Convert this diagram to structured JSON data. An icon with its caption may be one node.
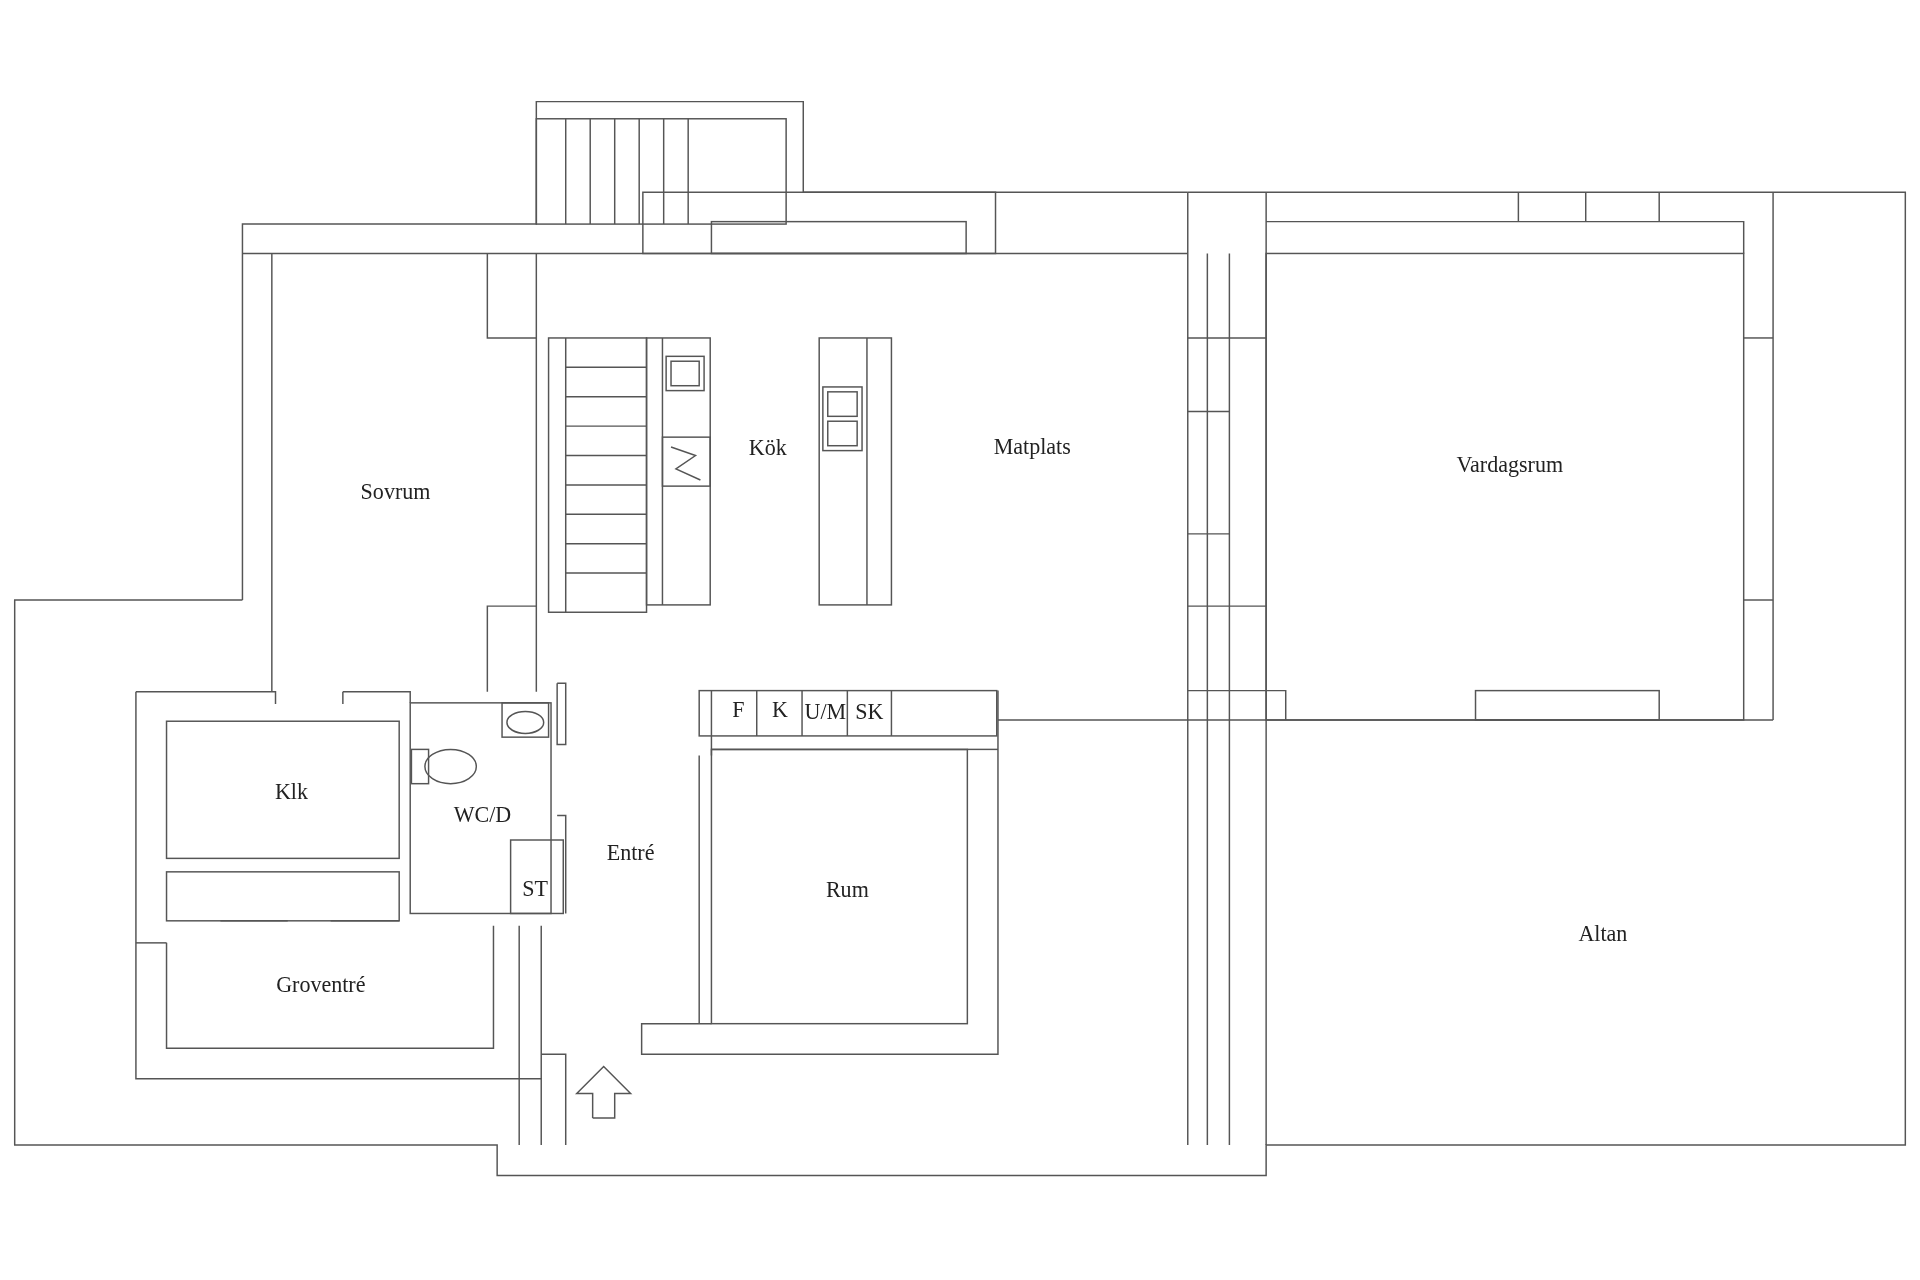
{
  "diagram": {
    "labels": [
      "Kök",
      "Matplats",
      "Vardagsrum",
      "Sovrum",
      "F",
      "K",
      "U/M",
      "SK",
      "Klk",
      "WC/D",
      "Entré",
      "ST",
      "Rum",
      "Altan",
      "Groventré"
    ]
  }
}
